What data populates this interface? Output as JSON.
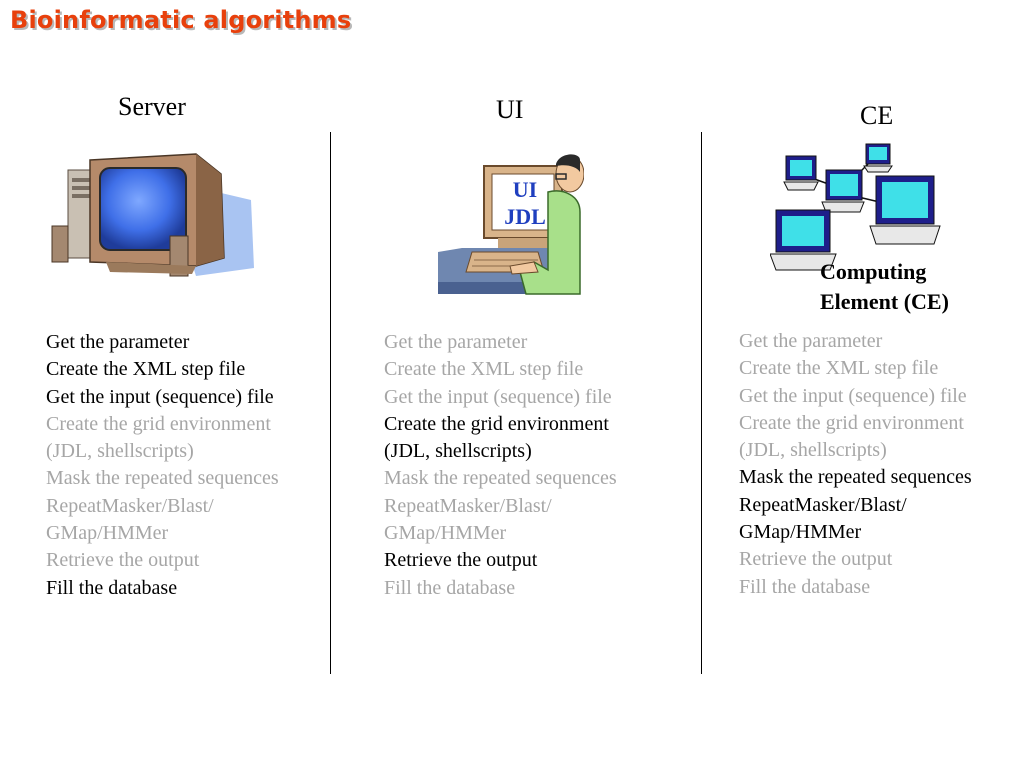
{
  "slide": {
    "title": "Bioinformatic algorithms"
  },
  "colors": {
    "title": "#e8400c",
    "active_step": "#000000",
    "inactive_step": "#a6a6a6",
    "ui_label": "#1f3fbf"
  },
  "columns": [
    {
      "heading": "Server",
      "image_icon": "server-computer-icon",
      "steps": [
        {
          "text": "Get the parameter",
          "active": true
        },
        {
          "text": "Create the XML step file",
          "active": true
        },
        {
          "text": "Get the input (sequence) file",
          "active": true
        },
        {
          "text": "Create the grid environment",
          "active": false
        },
        {
          "text": "(JDL, shellscripts)",
          "active": false
        },
        {
          "text": "Mask the repeated sequences",
          "active": false
        },
        {
          "text": "RepeatMasker/Blast/",
          "active": false
        },
        {
          "text": "GMap/HMMer",
          "active": false
        },
        {
          "text": "Retrieve the output",
          "active": false
        },
        {
          "text": "Fill the database",
          "active": true
        }
      ]
    },
    {
      "heading": "UI",
      "image_icon": "user-at-computer-icon",
      "screen_lines": [
        "UI",
        "JDL"
      ],
      "steps": [
        {
          "text": "Get the parameter",
          "active": false
        },
        {
          "text": "Create the XML step file",
          "active": false
        },
        {
          "text": "Get the input (sequence) file",
          "active": false
        },
        {
          "text": "Create the grid environment",
          "active": true
        },
        {
          "text": "(JDL, shellscripts)",
          "active": true
        },
        {
          "text": "Mask the repeated sequences",
          "active": false
        },
        {
          "text": "RepeatMasker/Blast/",
          "active": false
        },
        {
          "text": "GMap/HMMer",
          "active": false
        },
        {
          "text": "Retrieve the output",
          "active": true
        },
        {
          "text": "Fill the database",
          "active": false
        }
      ]
    },
    {
      "heading": "CE",
      "image_icon": "computer-network-icon",
      "caption_lines": [
        "Computing",
        "Element (CE)"
      ],
      "steps": [
        {
          "text": "Get the parameter",
          "active": false
        },
        {
          "text": "Create the XML step file",
          "active": false
        },
        {
          "text": "Get the input (sequence) file",
          "active": false
        },
        {
          "text": "Create the grid environment",
          "active": false
        },
        {
          "text": "(JDL, shellscripts)",
          "active": false
        },
        {
          "text": "Mask the repeated sequences",
          "active": true
        },
        {
          "text": "RepeatMasker/Blast/",
          "active": true
        },
        {
          "text": "GMap/HMMer",
          "active": true
        },
        {
          "text": "Retrieve the output",
          "active": false
        },
        {
          "text": "Fill the database",
          "active": false
        }
      ]
    }
  ]
}
